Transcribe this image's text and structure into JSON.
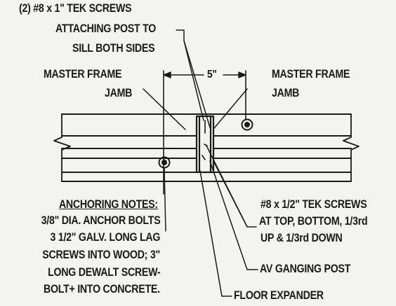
{
  "labels": {
    "tek_top": [
      "(2) #8 x 1\" TEK SCREWS",
      "ATTACHING POST TO",
      "SILL BOTH SIDES"
    ],
    "jamb_left": [
      "MASTER FRAME",
      "JAMB"
    ],
    "jamb_right": [
      "MASTER FRAME",
      "JAMB"
    ],
    "dimension": "5\"",
    "anchoring_title": "ANCHORING NOTES:",
    "anchoring_lines": [
      "3/8\" DIA. ANCHOR BOLTS",
      "3 1/2\" GALV. LONG LAG",
      "SCREWS INTO WOOD; 3\"",
      "LONG DEWALT SCREW-",
      "BOLT+ INTO CONCRETE."
    ],
    "tek_bottom": [
      "#8 x 1/2\" TEK SCREWS",
      "AT TOP, BOTTOM, 1/3rd",
      "UP & 1/3rd DOWN"
    ],
    "ganging_post": "AV GANGING POST",
    "floor_expander": "FLOOR EXPANDER"
  }
}
